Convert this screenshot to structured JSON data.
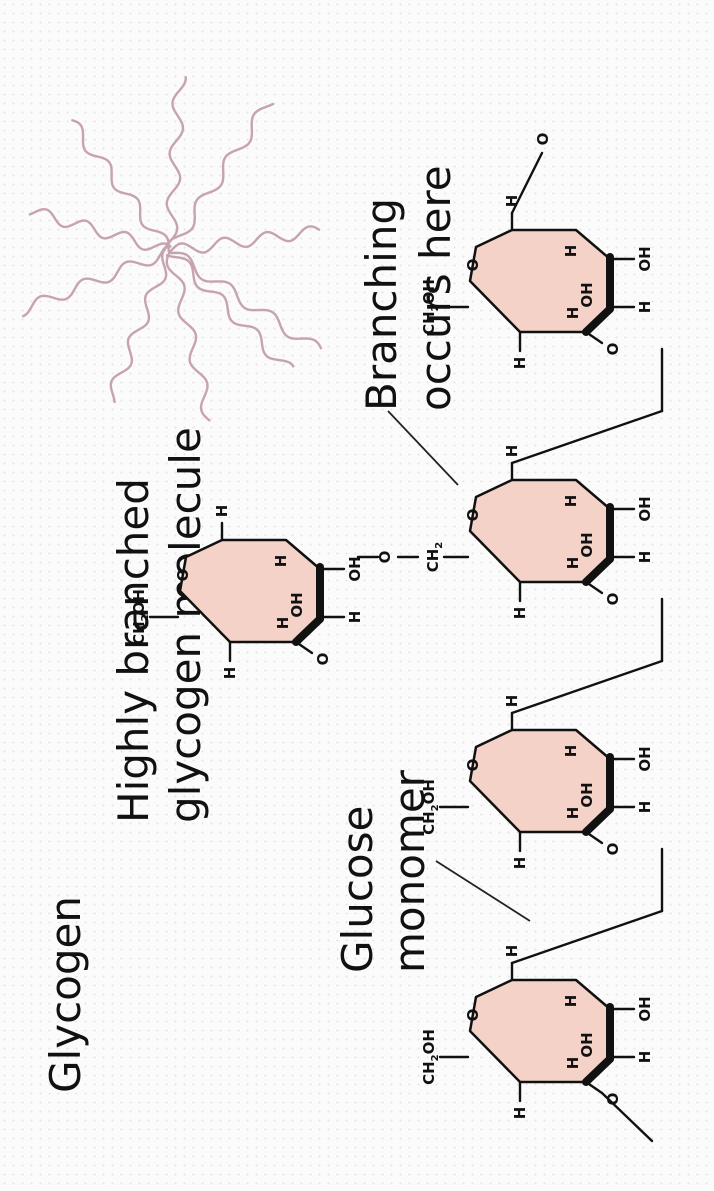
{
  "title": "Glycogen",
  "molecule_label": [
    "Highly branched",
    "glycogen molecule"
  ],
  "glucose_label": [
    "Glucose",
    "monomer"
  ],
  "branch_label": [
    "Branching",
    "occurs here"
  ],
  "atoms": {
    "H": "H",
    "OH": "OH",
    "O": "O",
    "CH2OH_main": "CH",
    "CH2OH_sub": "2",
    "CH2OH_tail": "OH",
    "CH2_main": "CH",
    "CH2_sub": "2"
  },
  "colors": {
    "ring_fill": "#f4d2c7",
    "chain_wave": "#c7a3b1"
  }
}
